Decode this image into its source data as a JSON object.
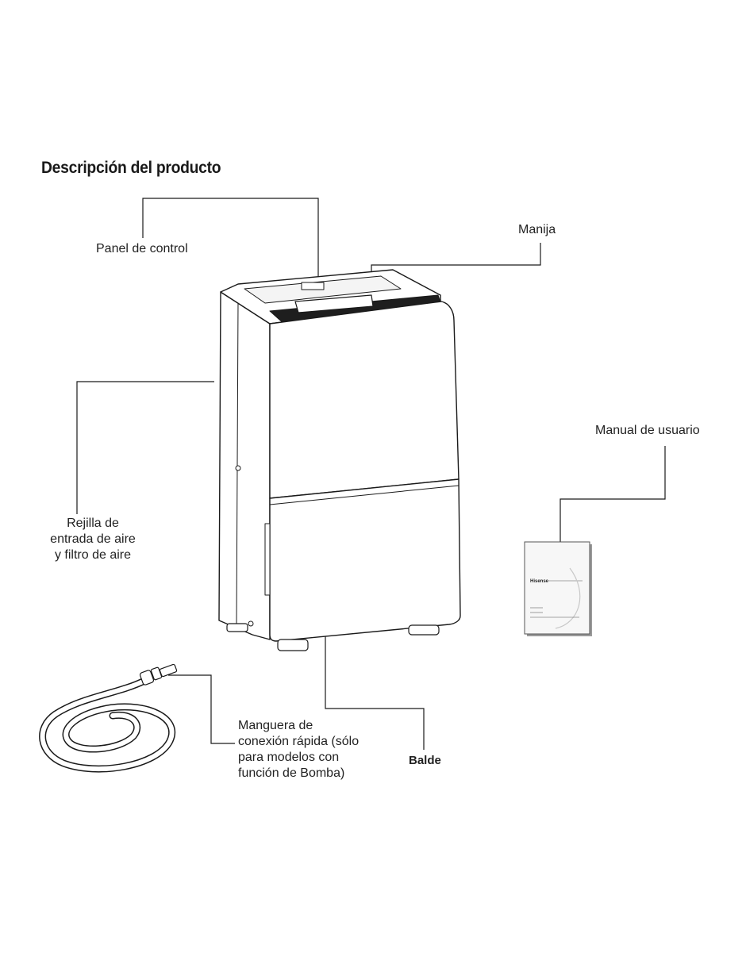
{
  "page_title": "Descripción del producto",
  "labels": {
    "panel_control": "Panel de control",
    "manija": "Manija",
    "manual": "Manual de usuario",
    "rejilla": [
      "Rejilla de",
      "entrada de aire",
      "y filtro de aire"
    ],
    "manguera": [
      "Manguera de",
      "conexión rápida (sólo",
      "para modelos con",
      "función de Bomba)"
    ],
    "balde": "Balde"
  },
  "manual_cover": {
    "brand": "Hisense"
  },
  "colors": {
    "line": "#1a1a1a",
    "grille": "#1e1e1e",
    "body_fill": "#ffffff",
    "shadow": "#9a9a9a"
  }
}
